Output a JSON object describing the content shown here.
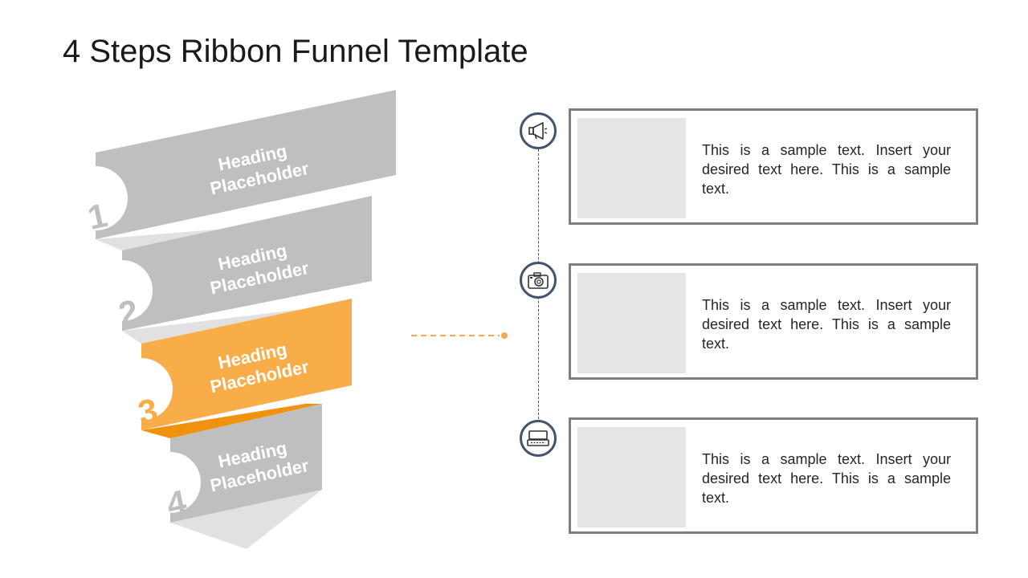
{
  "title": "4 Steps Ribbon Funnel Template",
  "colors": {
    "highlight": "#f8ad48",
    "highlight_dark": "#f0920e",
    "ribbon": "#bfbfbf",
    "ribbon_fold": "#e1e1e1",
    "icon_ring": "#44546a",
    "connector": "#f4a95a"
  },
  "funnel": {
    "steps": [
      {
        "number": "1",
        "heading_line1": "Heading",
        "heading_line2": "Placeholder",
        "active": false
      },
      {
        "number": "2",
        "heading_line1": "Heading",
        "heading_line2": "Placeholder",
        "active": false
      },
      {
        "number": "3",
        "heading_line1": "Heading",
        "heading_line2": "Placeholder",
        "active": true
      },
      {
        "number": "4",
        "heading_line1": "Heading",
        "heading_line2": "Placeholder",
        "active": false
      }
    ]
  },
  "cards": [
    {
      "icon": "megaphone-icon",
      "text": "This is a sample text. Insert your desired text here. This is a sample text."
    },
    {
      "icon": "camera-icon",
      "text": "This is a sample text. Insert your desired text here. This is a sample text."
    },
    {
      "icon": "keyboard-computer-icon",
      "text": "This is a sample text. Insert your desired text here. This is a sample text."
    }
  ]
}
